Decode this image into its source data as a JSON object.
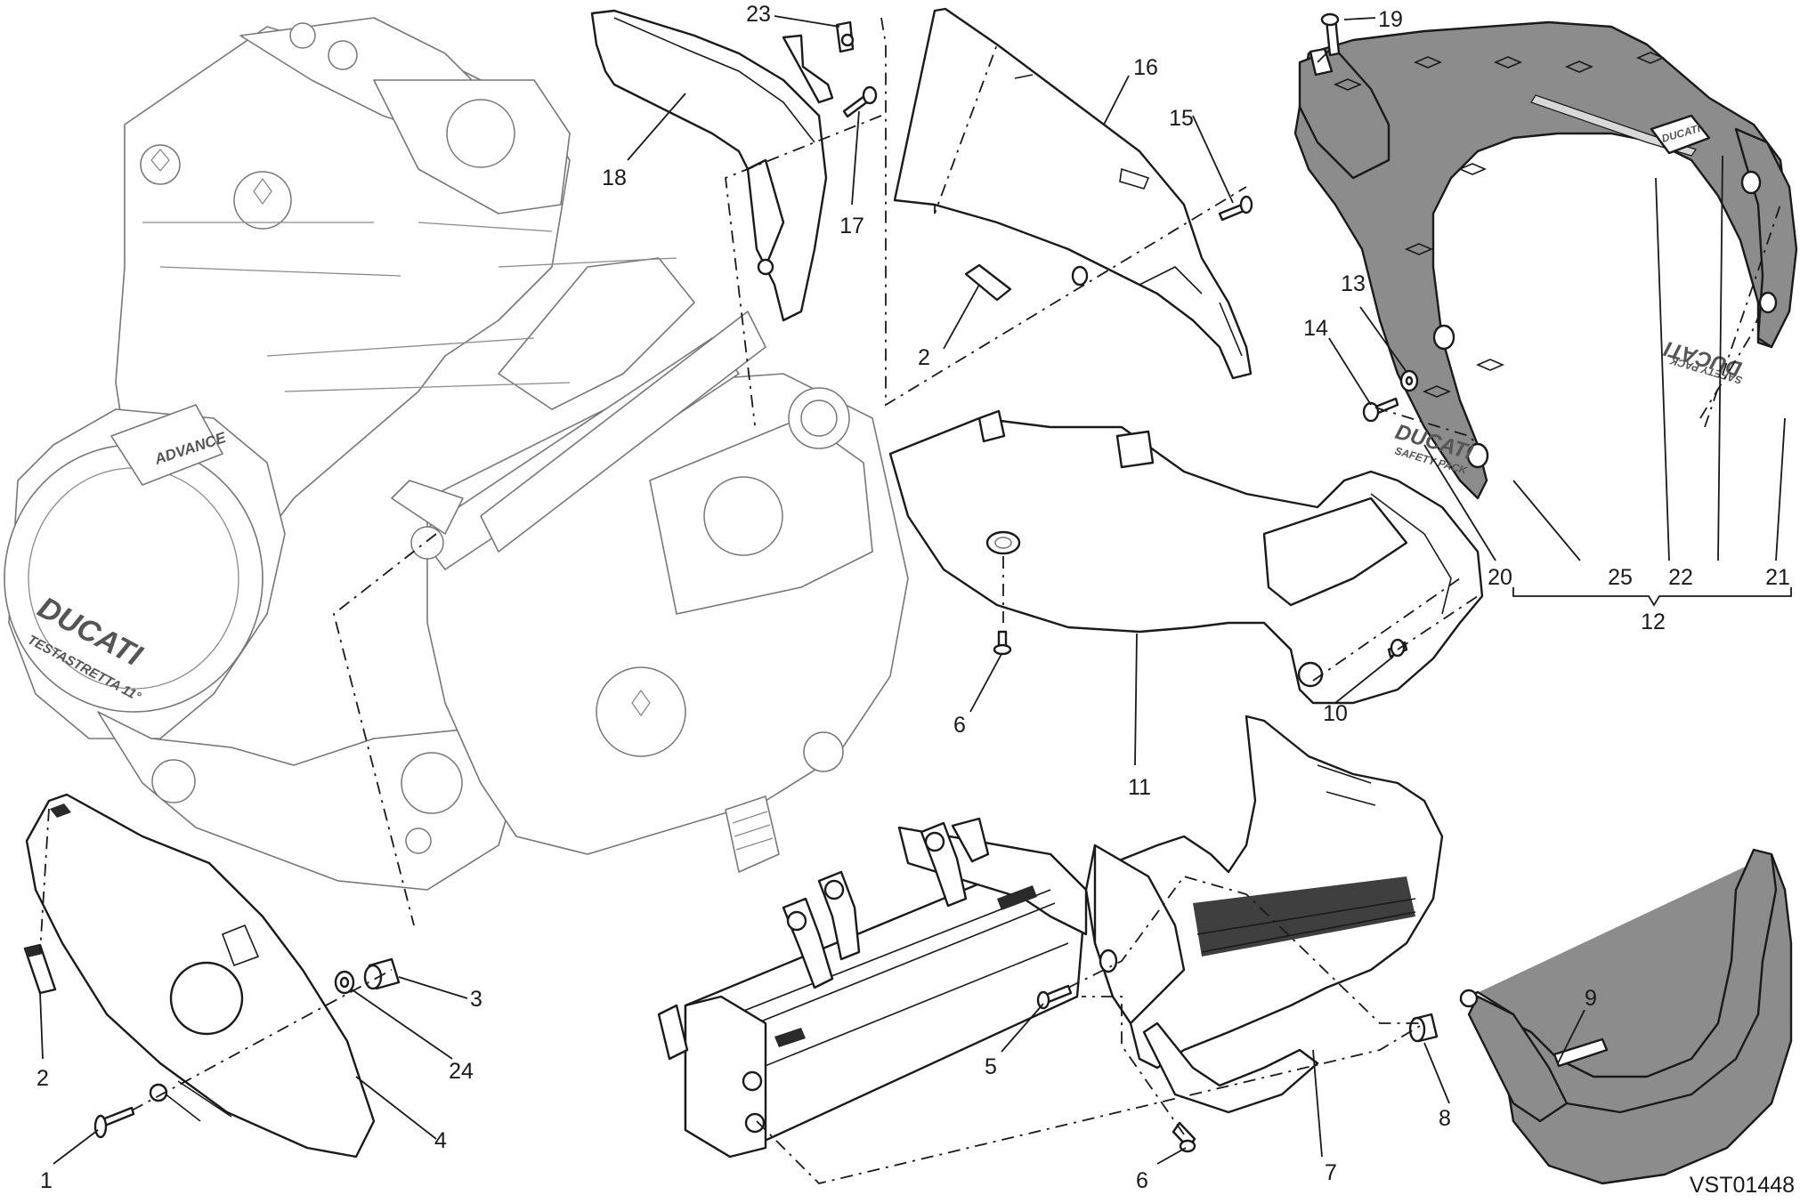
{
  "diagram": {
    "reference_code": "VST01448",
    "callouts": [
      {
        "id": "c1",
        "label": "1"
      },
      {
        "id": "c2a",
        "label": "2"
      },
      {
        "id": "c2b",
        "label": "2"
      },
      {
        "id": "c3",
        "label": "3"
      },
      {
        "id": "c4",
        "label": "4"
      },
      {
        "id": "c5",
        "label": "5"
      },
      {
        "id": "c6a",
        "label": "6"
      },
      {
        "id": "c6b",
        "label": "6"
      },
      {
        "id": "c7",
        "label": "7"
      },
      {
        "id": "c8",
        "label": "8"
      },
      {
        "id": "c9",
        "label": "9"
      },
      {
        "id": "c10",
        "label": "10"
      },
      {
        "id": "c11",
        "label": "11"
      },
      {
        "id": "c12",
        "label": "12"
      },
      {
        "id": "c13",
        "label": "13"
      },
      {
        "id": "c14",
        "label": "14"
      },
      {
        "id": "c15",
        "label": "15"
      },
      {
        "id": "c16",
        "label": "16"
      },
      {
        "id": "c17",
        "label": "17"
      },
      {
        "id": "c18",
        "label": "18"
      },
      {
        "id": "c19",
        "label": "19"
      },
      {
        "id": "c20",
        "label": "20"
      },
      {
        "id": "c21",
        "label": "21"
      },
      {
        "id": "c22",
        "label": "22"
      },
      {
        "id": "c23",
        "label": "23"
      },
      {
        "id": "c24",
        "label": "24"
      },
      {
        "id": "c25",
        "label": "25"
      }
    ],
    "engine_markings": {
      "clutch_cover_brand": "DUCATI",
      "clutch_cover_model": "TESTASTRETTA 11°",
      "upper_badge": "ADVANCE"
    },
    "decals": {
      "decal_20_line1": "DUCATI",
      "decal_20_line2": "SAFETY PACK",
      "decal_21_line1": "DUCATI",
      "decal_21_line2": "SAFETY PACK",
      "badge_22": "DUCATI"
    }
  }
}
